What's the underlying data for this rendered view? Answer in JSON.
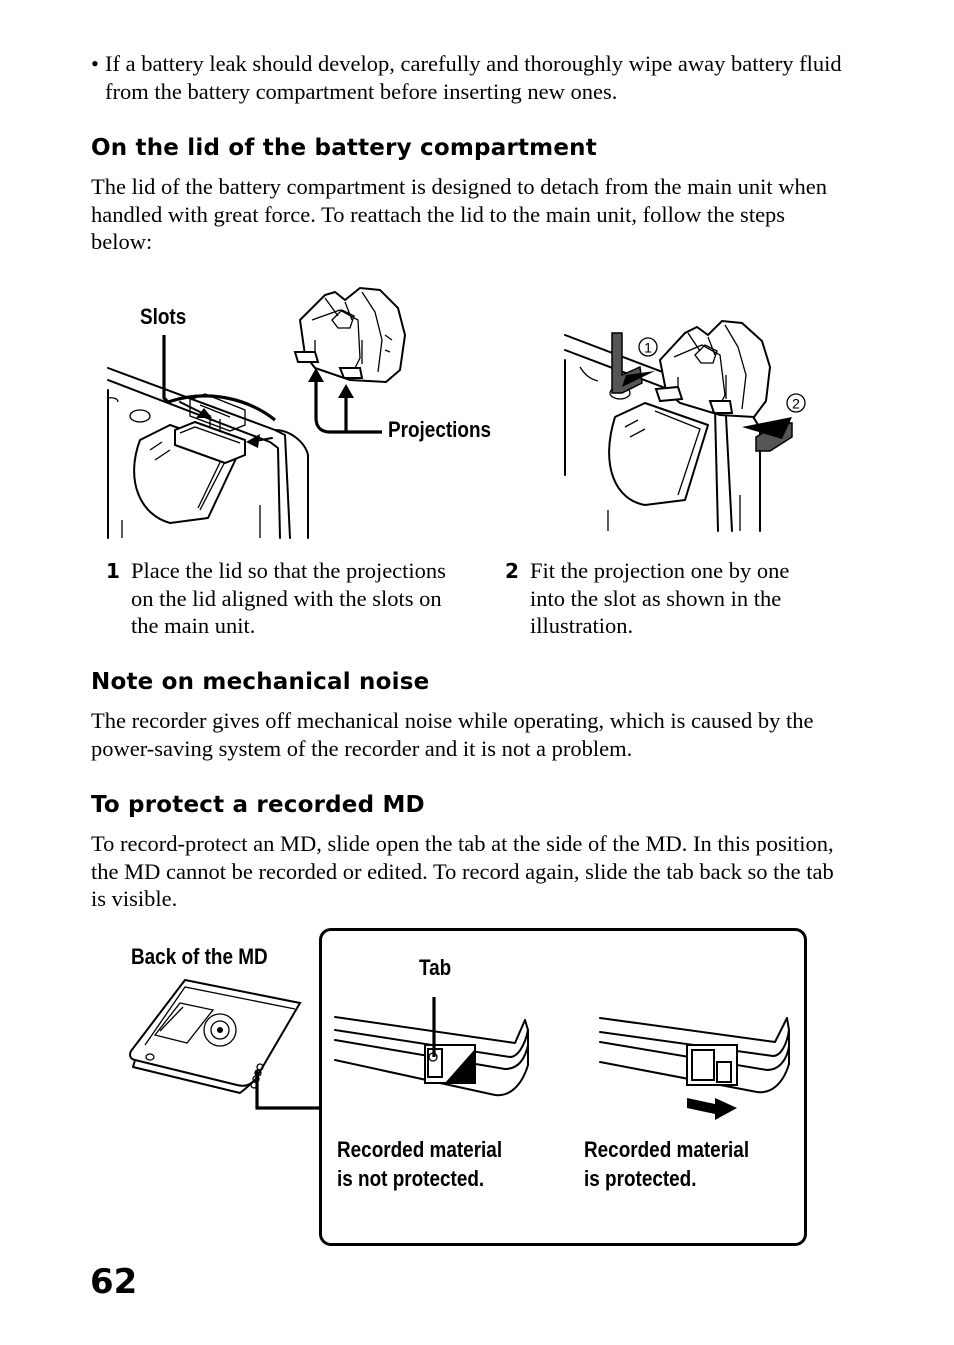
{
  "bullet": {
    "symbol": "•",
    "text": "If a battery leak should develop, carefully and thoroughly wipe away battery fluid from the battery compartment before inserting new ones."
  },
  "sections": {
    "lid": {
      "heading": "On the lid of the battery compartment",
      "body": "The lid of the battery compartment is designed to detach from the main unit when handled with great force. To reattach the lid to the main unit, follow the steps below:"
    },
    "noise": {
      "heading": "Note on mechanical noise",
      "body": "The recorder gives off mechanical noise while operating, which is caused by the power-saving system of the recorder and it is not a problem."
    },
    "protect": {
      "heading": "To protect a recorded MD",
      "body": "To record-protect an MD, slide open the tab at the side of the MD. In this position, the MD cannot be recorded or edited. To record again, slide the tab back so the tab is visible."
    }
  },
  "figure1": {
    "slots_label": "Slots",
    "projections_label": "Projections",
    "marker1": "1",
    "marker2": "2"
  },
  "steps": [
    {
      "num": "1",
      "text": "Place the lid so that the projections on the lid aligned with the slots on the main unit."
    },
    {
      "num": "2",
      "text": "Fit the projection one by one into the slot as shown in the illustration."
    }
  ],
  "figure2": {
    "back_label": "Back of the MD",
    "tab_label": "Tab",
    "not_protected_line1": "Recorded material",
    "not_protected_line2": "is not protected.",
    "protected_line1": "Recorded material",
    "protected_line2": "is protected."
  },
  "page_number": "62"
}
